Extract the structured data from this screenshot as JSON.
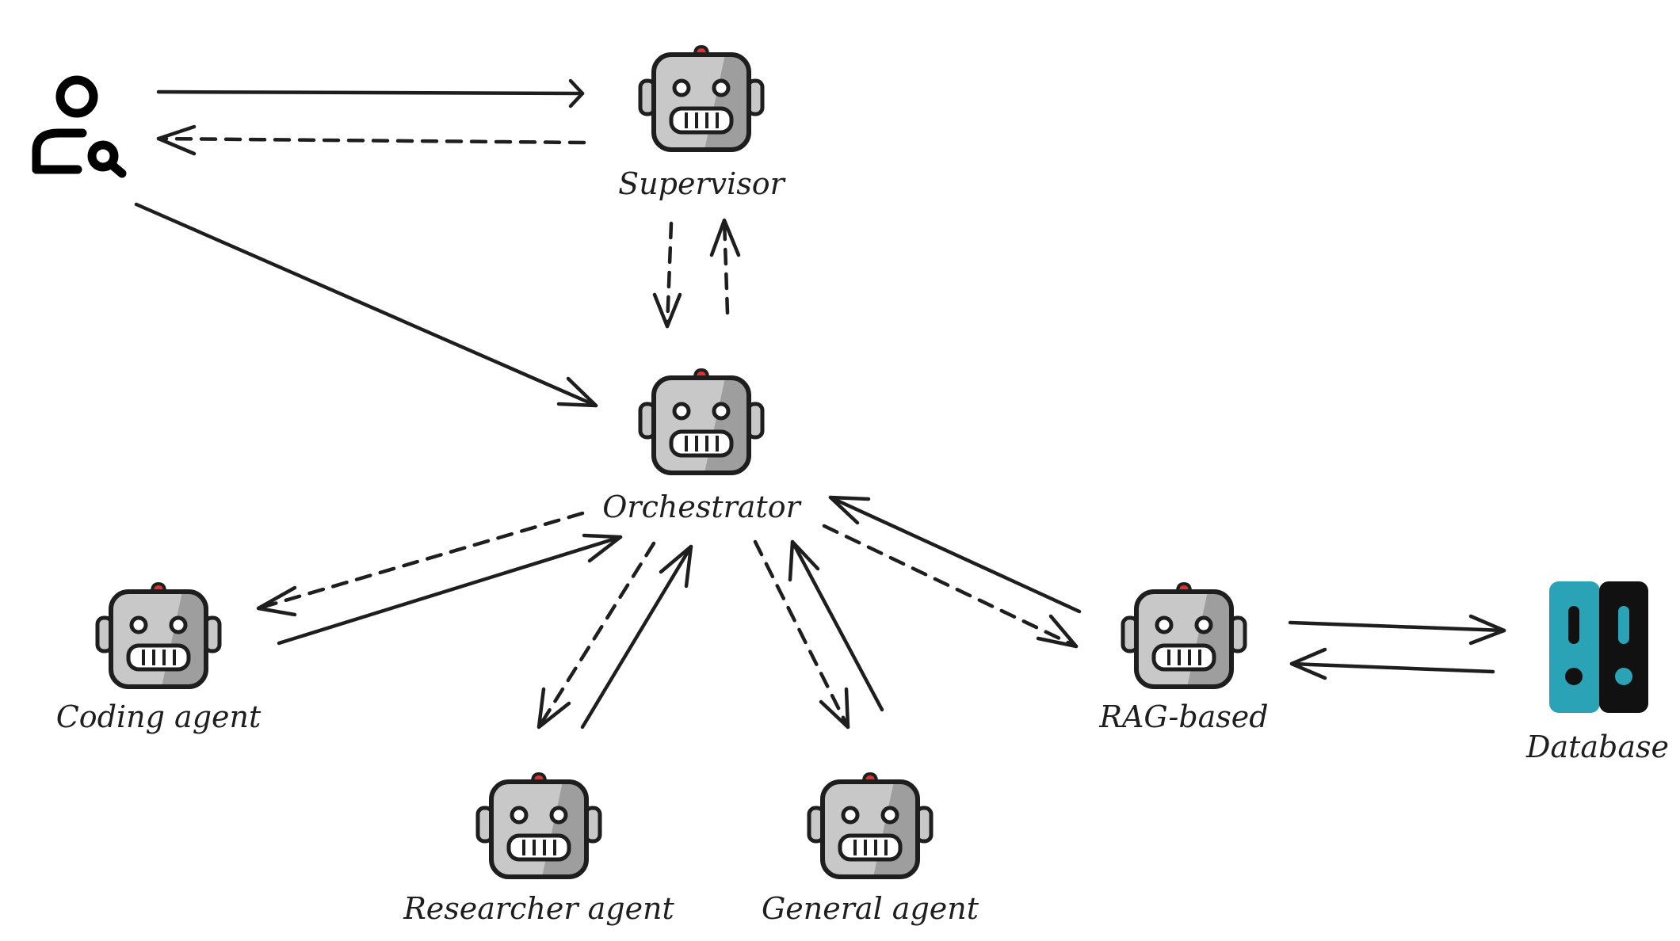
{
  "nodes": {
    "user": {
      "label": ""
    },
    "supervisor": {
      "label": "Supervisor"
    },
    "orchestrator": {
      "label": "Orchestrator"
    },
    "coding": {
      "label": "Coding agent"
    },
    "researcher": {
      "label": "Researcher agent"
    },
    "general": {
      "label": "General agent"
    },
    "rag": {
      "label": "RAG-based"
    },
    "database": {
      "label": "Database"
    }
  },
  "icons": {
    "user": "user-search-icon",
    "agent": "robot-icon",
    "database": "database-icon"
  },
  "colors": {
    "ink": "#1e1e1e",
    "robot_face": "#c8c8c8",
    "robot_shade": "#9e9e9e",
    "robot_antenna": "#e03131",
    "database_teal": "#2aa3b7",
    "database_dark": "#111111"
  },
  "edges": [
    {
      "from": "user",
      "to": "supervisor",
      "style": "solid"
    },
    {
      "from": "supervisor",
      "to": "user",
      "style": "dashed"
    },
    {
      "from": "user",
      "to": "orchestrator",
      "style": "solid"
    },
    {
      "from": "supervisor",
      "to": "orchestrator",
      "style": "dashed"
    },
    {
      "from": "orchestrator",
      "to": "supervisor",
      "style": "dashed"
    },
    {
      "from": "orchestrator",
      "to": "coding",
      "style": "dashed"
    },
    {
      "from": "coding",
      "to": "orchestrator",
      "style": "solid"
    },
    {
      "from": "orchestrator",
      "to": "researcher",
      "style": "dashed"
    },
    {
      "from": "researcher",
      "to": "orchestrator",
      "style": "solid"
    },
    {
      "from": "orchestrator",
      "to": "general",
      "style": "dashed"
    },
    {
      "from": "general",
      "to": "orchestrator",
      "style": "solid"
    },
    {
      "from": "orchestrator",
      "to": "rag",
      "style": "dashed"
    },
    {
      "from": "rag",
      "to": "orchestrator",
      "style": "solid"
    },
    {
      "from": "rag",
      "to": "database",
      "style": "solid"
    },
    {
      "from": "database",
      "to": "rag",
      "style": "solid"
    }
  ]
}
